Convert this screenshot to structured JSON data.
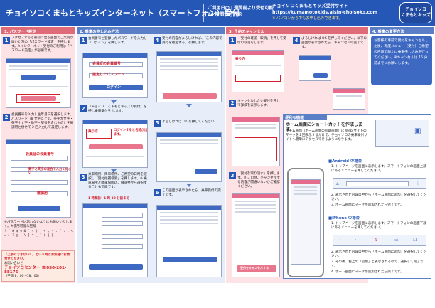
{
  "header": {
    "title": "チョイソコくまもとキッズインターネット（スマートフォン）受付",
    "hours_line1": "ご利用日の１週間前より受付可能",
    "hours_line2": "24 時間受付可能",
    "site_name": "チョイソコくまもとキッズ受付サイト",
    "url": "https://kumamotokids.aisin-choisoko.com",
    "pc_note": "※ パソコンからでもお申し込みできます。",
    "logo_line1": "チョイソコ",
    "logo_line2": "くまもとキッズ"
  },
  "columns": {
    "password": "1. パスワード設定",
    "booking": "2. 乗車の申し込み方法",
    "cancel": "3. 予約のキャンセル",
    "other": "4. 乗車の変更方法"
  },
  "password_steps": [
    {
      "num": "1",
      "text": "アクセスすると最初に出る画面でご案内が届いた方の「パスワード設定」を押します。※インターネット受付のご利用は「パスワード設定」が必要です。"
    },
    {
      "num": "2",
      "text": "会員番号を入力し生年月日を選択します。パスワード（8 文字以上で、英字大文字・英字小文字・数字・記号を含むもの）を確認用と併せて 2 回入力して設定します。"
    }
  ],
  "password_labels": {
    "member_no": "会員証の会員番号",
    "password_rule": "数字と英字の混合で入力ください",
    "confirm": "確認用"
  },
  "password_note": "※パスワードは忘れないようにお願いいたします。※使用可能な記号",
  "symbols": "! \" # $ % & ' ( ) * + , - . / : ; < = > ? @ [ \\ ] ^ _ ` { | } ~",
  "booking_steps": [
    {
      "num": "1",
      "text": "会員番号と登録したパスワードを入力し「ログイン」を押します。"
    },
    {
      "num": "2",
      "text": "「チョイソコくまもとキッズの受付」を押し乗車受付を します。"
    },
    {
      "num": "3",
      "text": "乗車場所、降車場所、ご希望の日時を選択し「受付候補検索」を押します。※ 乗車場所と降車場所は、微調整から選択することも可能です。"
    },
    {
      "num": "4",
      "text": "受付の内容がよろしければ、「この内容で受付を確定する」を押します。"
    },
    {
      "num": "5",
      "text": "よろしければ OK を押してください。"
    },
    {
      "num": "6",
      "text": "この画面が表示されたら、乗車受付の完了です。"
    }
  ],
  "booking_labels": {
    "member_no": "会員証の会員番号",
    "set_password": "設定したパスワード",
    "login": "ログイン",
    "child_name": "乗り方",
    "login_note": "ログインすると名前が出ます。",
    "hours_note": "1 時間前〜1 時 30 分前まで"
  },
  "cancel_steps": [
    {
      "num": "1",
      "text": "「受付の確認・取消」を押して受付の取消をします。"
    },
    {
      "num": "2",
      "text": "キャンセルしたい受付を押して詳細を表示します。"
    },
    {
      "num": "3",
      "text": "「受付を取り消す」を押します。※ この時、キャンセルする内容が間違いないかご確認ください。"
    },
    {
      "num": "4",
      "text": "よろしければ OK を押してください。以下の画面が表示されたら、キャンセルの完了です。"
    }
  ],
  "cancel_labels": {
    "child_name": "乗り方",
    "cancel_btn": "受付をキャンセルする"
  },
  "change_text": "お客様の事前で受付をキャンセルした後、再度メニュー（受付）ご希望の内容で新たに乗車申し込みを行ってください。※キャンセルは 15 分前までにお願いします。",
  "hint": {
    "label": "便利な機能",
    "title": "ホーム画面にショートカットを作成します。",
    "body": "ホーム画面（ホーム画面の初期画面）に Web サイトのマークを１回表示するだけで、チョイソコの乗車受付サイトへ簡単にアクセスできるようになります。",
    "android_title": "■Android の場合",
    "android_steps": [
      "1. トップページを画面に表示します。スマートフォンの画面上部にあるメニューを押してください。",
      "2. 表示された内容の中から「ホーム画面に追加」を選択してください。",
      "3. ホーム画面にマークが追加されたら完了です。"
    ],
    "iphone_title": "■iPhone の場合",
    "iphone_steps": [
      "1. トップページを画面に表示します。スマートフォンの画面下部にあるメニューを押してください。",
      "2. 表示された内容の中から「ホーム画面に追加」を選択してください。",
      "3. その後、右上の「追加」と表示されるので、選択して完了です。",
      "4. ホーム画面にマークが追加されたら完了です。"
    ]
  },
  "tip": {
    "title": "「上手くできない！」という時はお気軽にお問合せください。",
    "center_label": "お問い合わせ",
    "center": "チョイソコセンター",
    "tel": "☎050-201-88175",
    "hours": "（平日 8：00〜18：00）"
  },
  "colors": {
    "header": "#2557b7",
    "pink": "#e06b78",
    "blue": "#5b7fc7",
    "red": "#d6202d"
  }
}
